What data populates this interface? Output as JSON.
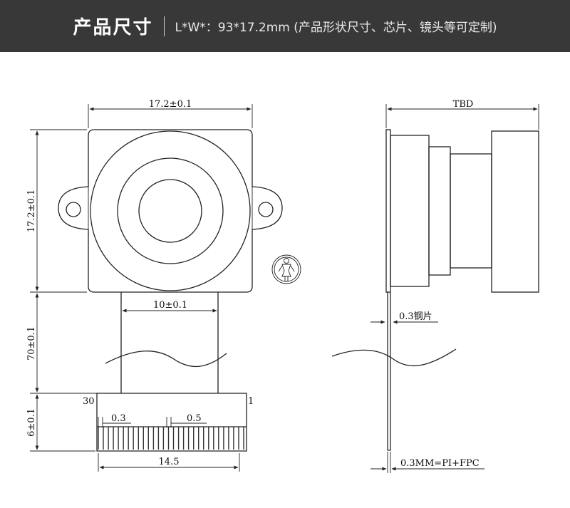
{
  "header": {
    "title": "产品尺寸",
    "spec": "L*W*：93*17.2mm (产品形状尺寸、芯片、镜头等可定制)"
  },
  "front_view": {
    "width_label": "17.2±0.1",
    "height_label": "17.2±0.1",
    "fpc_width_label": "10±0.1",
    "fpc_length_label": "70±0.1",
    "connector_height_label": "6±0.1",
    "pin_first": "30",
    "pin_last": "1",
    "pitch_a": "0.3",
    "pitch_b": "0.5",
    "connector_width_label": "14.5"
  },
  "side_view": {
    "depth_label": "TBD",
    "plate_label": "0.3钢片",
    "fpc_thickness_label": "0.3MM=PI+FPC"
  },
  "colors": {
    "header_bg": "#383838",
    "line": "#222222"
  },
  "icons": [
    "female-symbol-icon"
  ]
}
